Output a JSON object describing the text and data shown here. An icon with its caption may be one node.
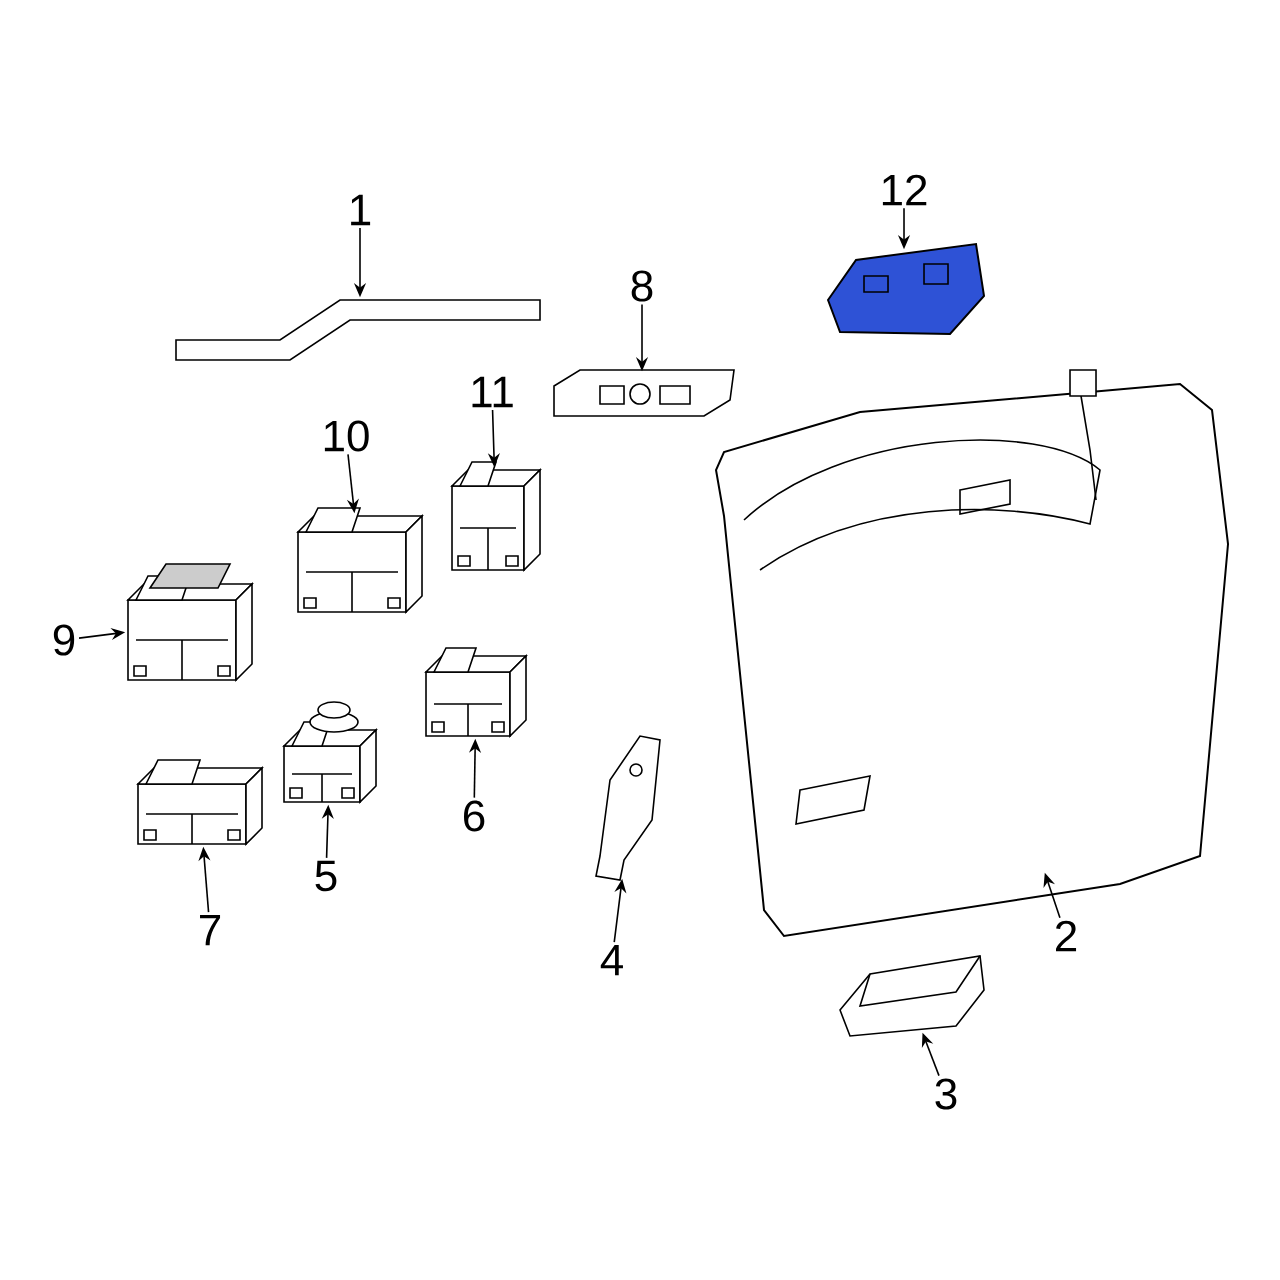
{
  "diagram": {
    "nodes": [
      {
        "text": [
          "1"
        ]
      },
      {
        "text": [
          "2"
        ]
      },
      {
        "text": [
          "3"
        ]
      },
      {
        "text": [
          "4"
        ]
      },
      {
        "text": [
          "5"
        ]
      },
      {
        "text": [
          "6"
        ]
      },
      {
        "text": [
          "7"
        ]
      },
      {
        "text": [
          "8"
        ]
      },
      {
        "text": [
          "9"
        ]
      },
      {
        "text": [
          "10"
        ]
      },
      {
        "text": [
          "11"
        ]
      },
      {
        "text": [
          "12"
        ]
      },
      {
        "text": [],
        "shape": "picture"
      },
      {
        "text": [],
        "shape": "picture"
      },
      {
        "text": [],
        "shape": "picture"
      },
      {
        "text": [],
        "shape": "picture"
      },
      {
        "text": [],
        "shape": "picture"
      },
      {
        "text": [],
        "shape": "picture"
      },
      {
        "text": [],
        "shape": "picture"
      },
      {
        "text": [],
        "shape": "picture"
      },
      {
        "text": [],
        "shape": "picture"
      },
      {
        "text": [],
        "shape": "picture"
      },
      {
        "text": [],
        "shape": "picture"
      },
      {
        "text": [],
        "shape": "picture"
      }
    ],
    "edges": [
      {
        "from": 0,
        "to": 12,
        "arrow": "to"
      },
      {
        "from": 1,
        "to": 13,
        "arrow": "to"
      },
      {
        "from": 2,
        "to": 14,
        "arrow": "to"
      },
      {
        "from": 3,
        "to": 15,
        "arrow": "to"
      },
      {
        "from": 4,
        "to": 16,
        "arrow": "to"
      },
      {
        "from": 5,
        "to": 17,
        "arrow": "to"
      },
      {
        "from": 6,
        "to": 18,
        "arrow": "to"
      },
      {
        "from": 7,
        "to": 19,
        "arrow": "to"
      },
      {
        "from": 8,
        "to": 20,
        "arrow": "to"
      },
      {
        "from": 9,
        "to": 21,
        "arrow": "to"
      },
      {
        "from": 10,
        "to": 22,
        "arrow": "to"
      },
      {
        "from": 11,
        "to": 23,
        "arrow": "to"
      }
    ]
  }
}
